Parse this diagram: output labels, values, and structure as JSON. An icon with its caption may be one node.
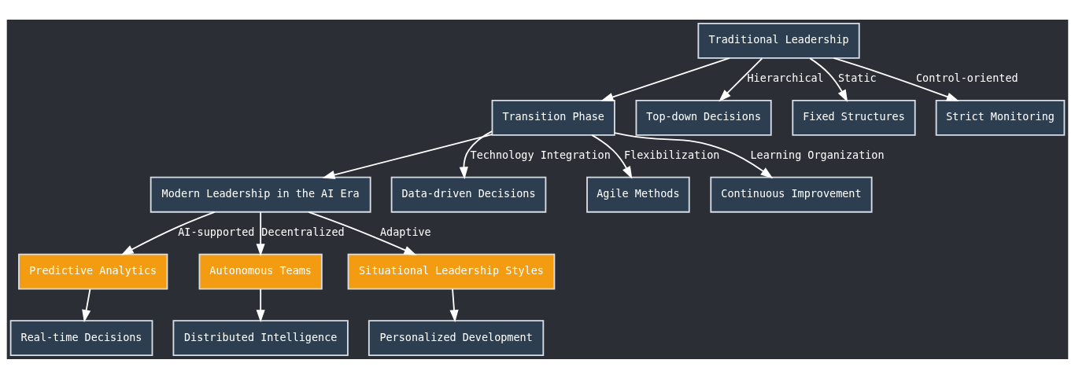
{
  "diagram": {
    "nodes": [
      {
        "text": [
          "Traditional Leadership"
        ]
      },
      {
        "text": [
          "Transition Phase"
        ]
      },
      {
        "text": [
          "Top-down Decisions"
        ]
      },
      {
        "text": [
          "Fixed Structures"
        ]
      },
      {
        "text": [
          "Strict Monitoring"
        ]
      },
      {
        "text": [
          "Modern Leadership in the AI Era"
        ]
      },
      {
        "text": [
          "Data-driven Decisions"
        ]
      },
      {
        "text": [
          "Agile Methods"
        ]
      },
      {
        "text": [
          "Continuous Improvement"
        ]
      },
      {
        "text": [
          "Predictive Analytics"
        ]
      },
      {
        "text": [
          "Autonomous Teams"
        ]
      },
      {
        "text": [
          "Situational Leadership Styles"
        ]
      },
      {
        "text": [
          "Real-time Decisions"
        ]
      },
      {
        "text": [
          "Distributed Intelligence"
        ]
      },
      {
        "text": [
          "Personalized Development"
        ]
      }
    ],
    "edges": [
      {
        "from": 0,
        "to": 1,
        "arrow": "to"
      },
      {
        "from": 0,
        "to": 2,
        "arrow": "to",
        "label": "Hierarchical"
      },
      {
        "from": 0,
        "to": 3,
        "arrow": "to",
        "label": "Static"
      },
      {
        "from": 0,
        "to": 4,
        "arrow": "to",
        "label": "Control-oriented"
      },
      {
        "from": 1,
        "to": 5,
        "arrow": "to"
      },
      {
        "from": 1,
        "to": 6,
        "arrow": "to",
        "label": "Technology Integration"
      },
      {
        "from": 1,
        "to": 7,
        "arrow": "to",
        "label": "Flexibilization"
      },
      {
        "from": 1,
        "to": 8,
        "arrow": "to",
        "label": "Learning Organization"
      },
      {
        "from": 5,
        "to": 9,
        "arrow": "to",
        "label": "AI-supported"
      },
      {
        "from": 5,
        "to": 10,
        "arrow": "to",
        "label": "Decentralized"
      },
      {
        "from": 5,
        "to": 11,
        "arrow": "to",
        "label": "Adaptive"
      },
      {
        "from": 9,
        "to": 12,
        "arrow": "to"
      },
      {
        "from": 10,
        "to": 13,
        "arrow": "to"
      },
      {
        "from": 11,
        "to": 14,
        "arrow": "to"
      }
    ]
  }
}
